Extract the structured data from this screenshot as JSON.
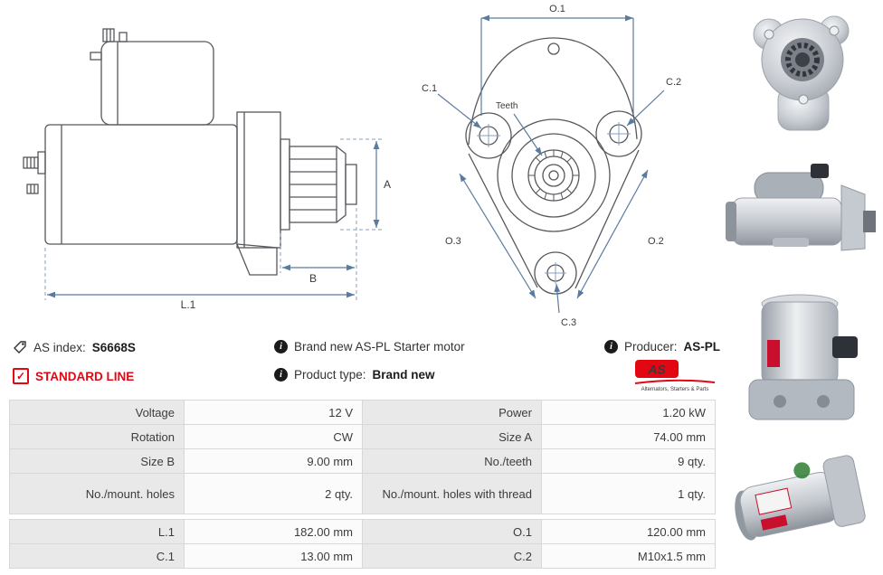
{
  "product": {
    "as_index_label": "AS index:",
    "as_index_value": "S6668S",
    "standard_line": "STANDARD LINE",
    "description": "Brand new AS-PL Starter motor",
    "product_type_label": "Product type:",
    "product_type_value": "Brand new",
    "producer_label": "Producer:",
    "producer_value": "AS-PL"
  },
  "logo": {
    "text": "AS",
    "caption": "Alternators, Starters & Parts"
  },
  "drawing": {
    "side": {
      "a": "A",
      "b": "B",
      "l1": "L.1"
    },
    "front": {
      "o1": "O.1",
      "o2": "O.2",
      "o3": "O.3",
      "c1": "C.1",
      "c2": "C.2",
      "c3": "C.3",
      "teeth": "Teeth"
    }
  },
  "spec_table": {
    "rows": [
      {
        "label1": "Voltage",
        "value1": "12 V",
        "label2": "Power",
        "value2": "1.20 kW"
      },
      {
        "label1": "Rotation",
        "value1": "CW",
        "label2": "Size A",
        "value2": "74.00 mm"
      },
      {
        "label1": "Size B",
        "value1": "9.00 mm",
        "label2": "No./teeth",
        "value2": "9 qty."
      },
      {
        "label1": "No./mount. holes",
        "value1": "2 qty.",
        "label2": "No./mount. holes with thread",
        "value2": "1 qty."
      },
      {
        "label1": "L.1",
        "value1": "182.00 mm",
        "label2": "O.1",
        "value2": "120.00 mm"
      },
      {
        "label1": "C.1",
        "value1": "13.00 mm",
        "label2": "C.2",
        "value2": "M10x1.5 mm"
      }
    ]
  },
  "icons": {
    "index": "tag-icon",
    "line": "checkbox-checked-icon",
    "note": "info-icon"
  },
  "colors": {
    "accent_red": "#e30613",
    "dimension_line": "#5b7aa0",
    "part_line": "#55585c",
    "table_label_bg": "#e9e9e9",
    "table_value_bg": "#fbfbfb",
    "text": "#3c3c3c"
  }
}
